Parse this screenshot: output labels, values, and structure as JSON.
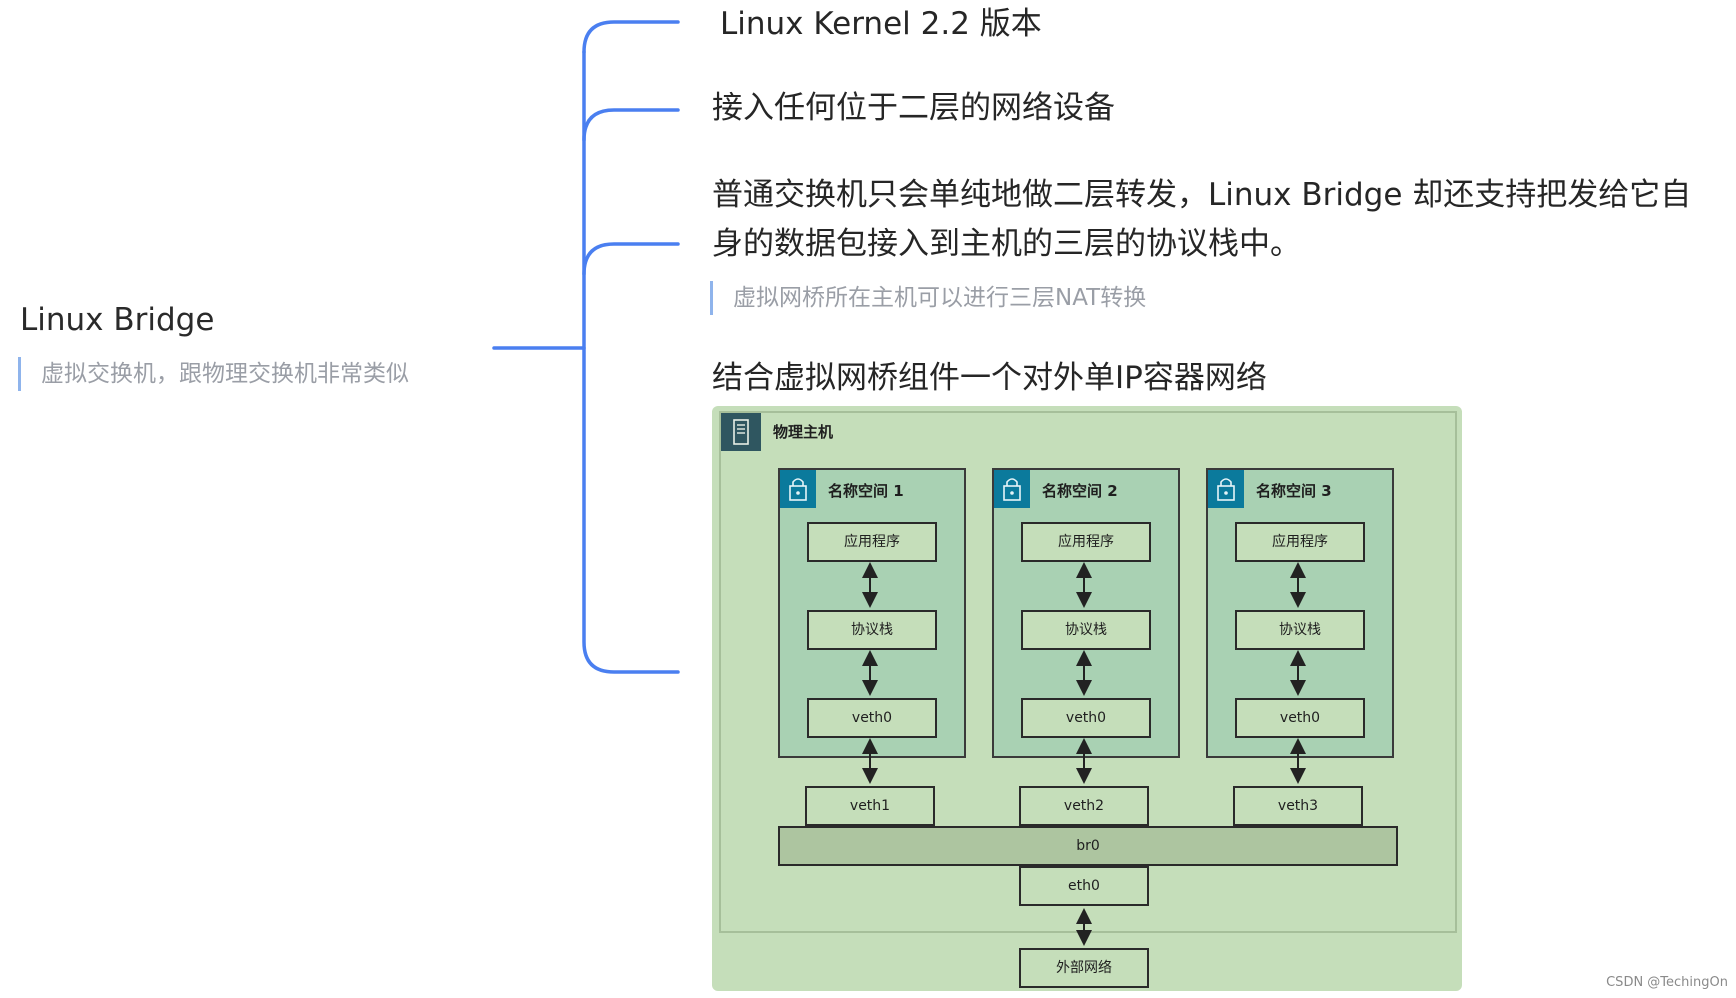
{
  "root": {
    "title": "Linux Bridge",
    "note": "虚拟交换机，跟物理交换机非常类似"
  },
  "branches": [
    {
      "text": "Linux Kernel 2.2 版本"
    },
    {
      "text": "接入任何位于二层的网络设备"
    },
    {
      "line1": "普通交换机只会单纯地做二层转发，Linux Bridge 却还支持把发给它自",
      "line2": "身的数据包接入到主机的三层的协议栈中。",
      "note": "虚拟网桥所在主机可以进行三层NAT转换"
    },
    {
      "text": "结合虚拟网桥组件一个对外单IP容器网络"
    }
  ],
  "figure": {
    "host_label": "物理主机",
    "namespaces": [
      {
        "label": "名称空间 1",
        "app": "应用程序",
        "stack": "协议栈",
        "veth_inner": "veth0",
        "veth_outer": "veth1"
      },
      {
        "label": "名称空间 2",
        "app": "应用程序",
        "stack": "协议栈",
        "veth_inner": "veth0",
        "veth_outer": "veth2"
      },
      {
        "label": "名称空间 3",
        "app": "应用程序",
        "stack": "协议栈",
        "veth_inner": "veth0",
        "veth_outer": "veth3"
      }
    ],
    "bridge": "br0",
    "eth": "eth0",
    "external": "外部网络",
    "host_icon": "server-icon",
    "ns_icon": "lock-icon"
  },
  "watermark": "CSDN @TechingOn",
  "colors": {
    "connector": "#4a7ff0",
    "figure_bg": "#c5deba",
    "namespace_bg": "#a9d1b3"
  }
}
